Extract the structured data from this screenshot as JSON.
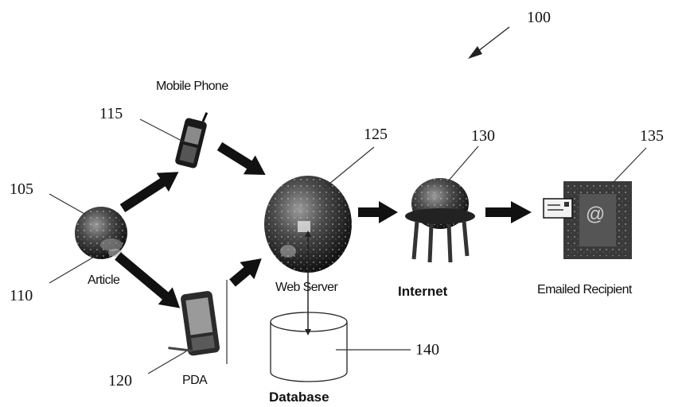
{
  "figure_number": "100",
  "nodes": {
    "article": {
      "label": "Article",
      "refs": [
        "105",
        "110"
      ]
    },
    "mobile_phone": {
      "label": "Mobile Phone",
      "ref": "115"
    },
    "pda": {
      "label": "PDA",
      "ref": "120"
    },
    "web_server": {
      "label": "Web Server",
      "ref": "125"
    },
    "internet": {
      "label": "Internet",
      "ref": "130"
    },
    "emailed_recipient": {
      "label": "Emailed Recipient",
      "ref": "135"
    },
    "database": {
      "label": "Database",
      "ref": "140"
    }
  },
  "colors": {
    "ink": "#111111",
    "globe_dark": "#2a2a2a",
    "background": "#ffffff"
  },
  "icons": [
    "article-globe-icon",
    "mobile-phone-icon",
    "pda-icon",
    "web-server-globe-icon",
    "internet-satellite-icon",
    "email-envelope-icon",
    "database-cylinder-icon"
  ]
}
